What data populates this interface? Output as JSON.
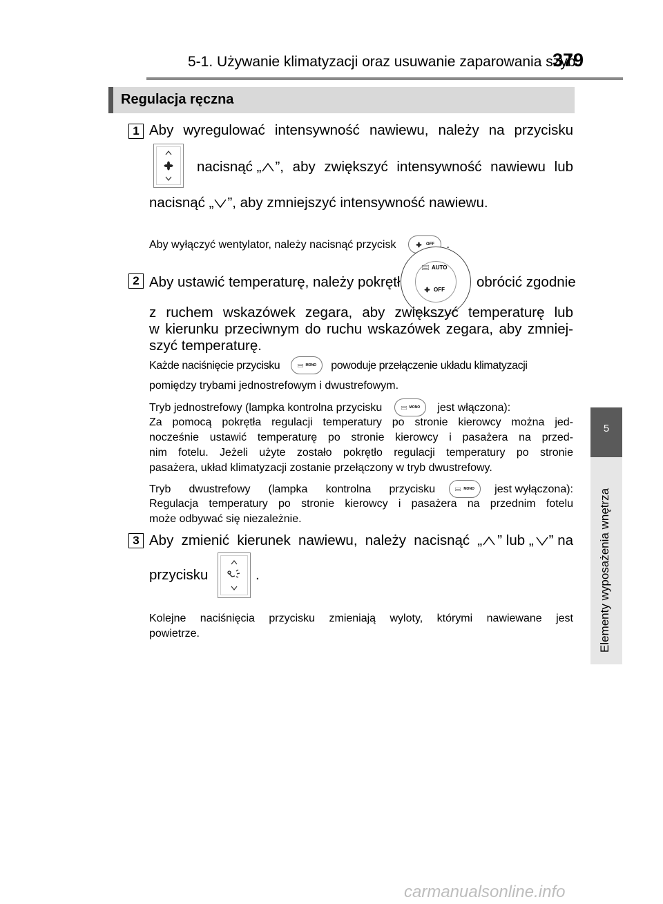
{
  "header": {
    "title": "5-1. Używanie klimatyzacji oraz usuwanie zaparowania szyb",
    "page_number": "379"
  },
  "section": {
    "title": "Regulacja ręczna"
  },
  "side_tab": {
    "number": "5",
    "label": "Elementy wyposażenia wnętrza"
  },
  "items": [
    {
      "number": "1",
      "line1": "Aby wyregulować intensywność nawiewu, należy na przycisku",
      "line2_pre": "nacisnąć „",
      "line2_post": "”, aby zwiększyć intensywność nawiewu lub",
      "line3_pre": "nacisnąć „",
      "line3_post": "”, aby zmniejszyć intensywność nawiewu.",
      "note_pre": "Aby wyłączyć wentylator, należy nacisnąć przycisk",
      "note_post": "."
    },
    {
      "number": "2",
      "line1_pre": "Aby ustawić temperaturę, należy pokrętło",
      "line1_post": "obrócić zgodnie",
      "line2": "z ruchem wskazówek zegara, aby zwiększyć temperaturę lub",
      "line3": "w kierunku przeciwnym do ruchu wskazówek zegara, aby zmniej-",
      "line4": "szyć temperaturę.",
      "note1_pre": "Każde naciśnięcie przycisku",
      "note1_post": "powoduje przełączenie układu klimatyzacji",
      "note1_line2": "pomiędzy trybami jednostrefowym i dwustrefowym.",
      "note2_pre": "Tryb jednostrefowy (lampka kontrolna przycisku",
      "note2_post": "jest włączona):",
      "note2_line2": "Za pomocą pokrętła regulacji temperatury po stronie kierowcy można jed-",
      "note2_line3": "nocześnie ustawić temperaturę po stronie kierowcy i pasażera na przed-",
      "note2_line4": "nim fotelu. Jeżeli użyte zostało pokrętło regulacji temperatury po stronie",
      "note2_line5": "pasażera, układ klimatyzacji zostanie przełączony w tryb dwustrefowy.",
      "note3_pre": "Tryb dwustrefowy (lampka kontrolna przycisku",
      "note3_post": "jest wyłączona):",
      "note3_line2": "Regulacja temperatury po stronie kierowcy i pasażera na przednim fotelu",
      "note3_line3": "może odbywać się niezależnie."
    },
    {
      "number": "3",
      "line1_pre": "Aby zmienić kierunek nawiewu, należy nacisnąć „",
      "line1_mid": "” lub „",
      "line1_post": "” na",
      "line2_pre": "przycisku",
      "line2_post": ".",
      "note_line1": "Kolejne naciśnięcia przycisku zmieniają wyloty, którymi nawiewane jest",
      "note_line2": "powietrze."
    }
  ],
  "icons": {
    "dial_auto": "AUTO",
    "dial_off": "OFF",
    "fan_off": "OFF",
    "mono": "MONO"
  },
  "watermark": "carmanualsonline.info"
}
